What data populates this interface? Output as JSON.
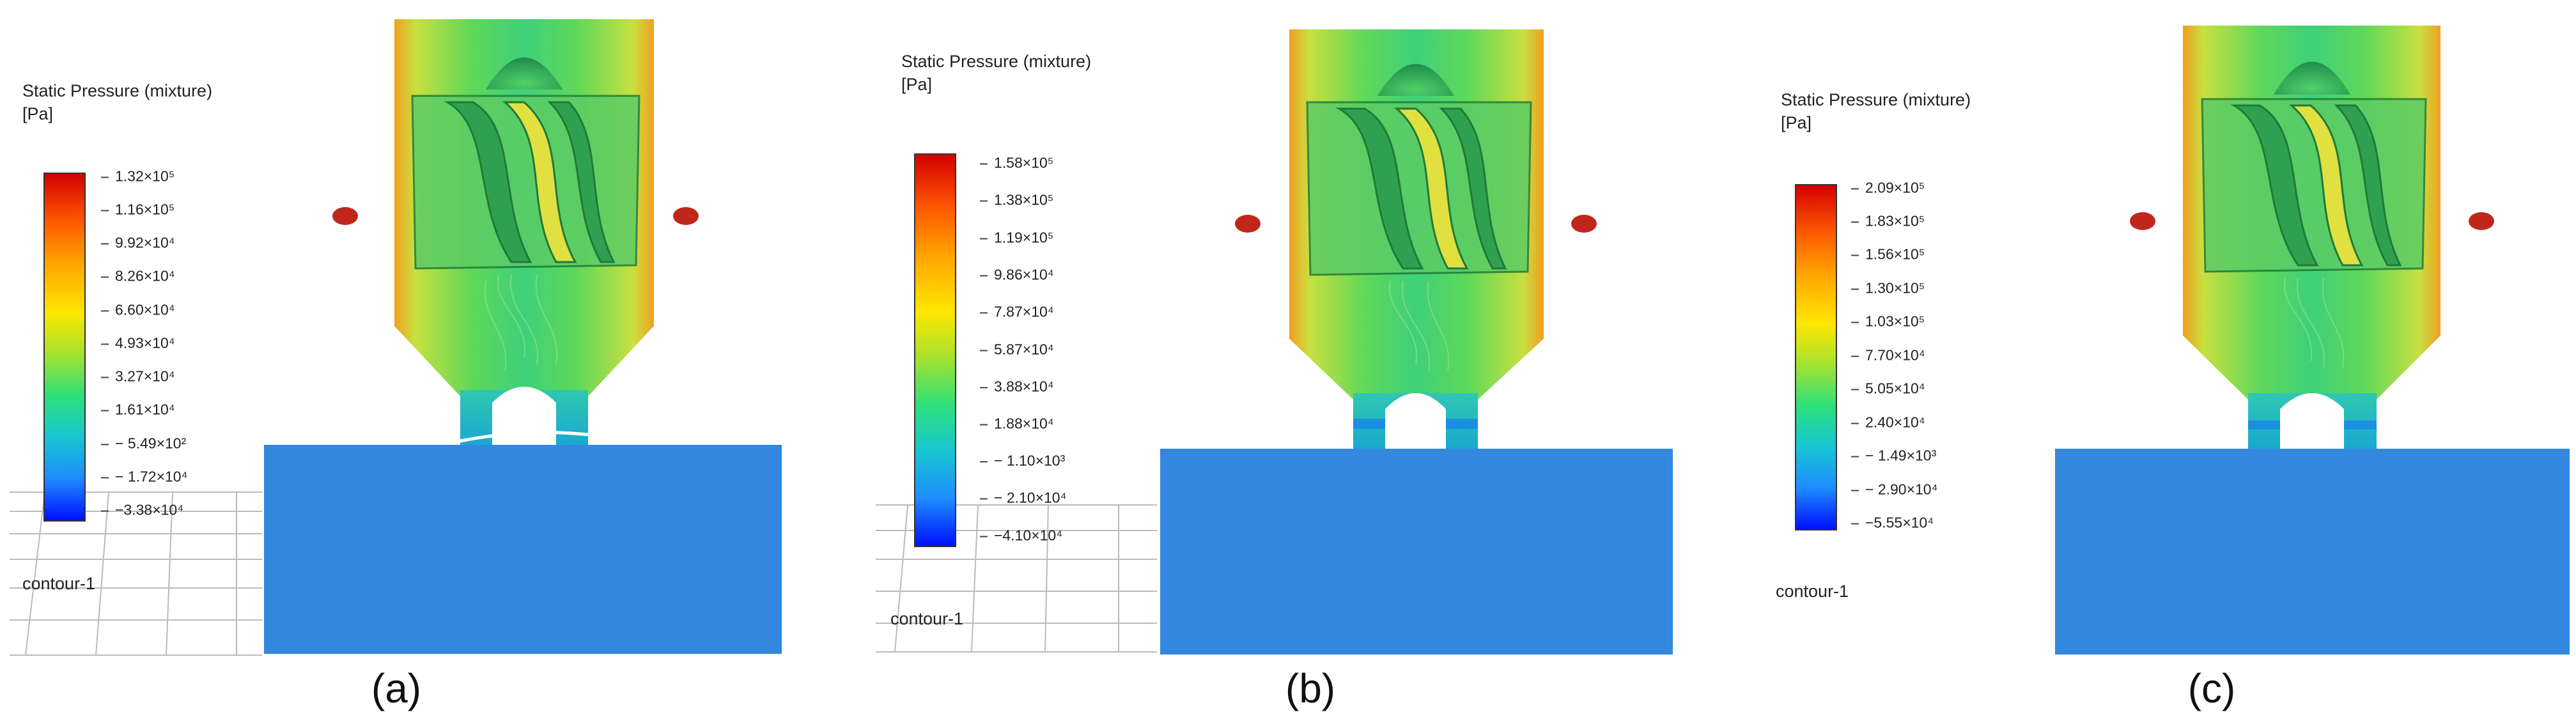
{
  "panels": [
    {
      "caption": "(a)",
      "legend_title": [
        "Static Pressure (mixture)",
        "[Pa]"
      ],
      "ticks": [
        "1.32×10⁵",
        "1.16×10⁵",
        "9.92×10⁴",
        "8.26×10⁴",
        "6.60×10⁴",
        "4.93×10⁴",
        "3.27×10⁴",
        "1.61×10⁴",
        "− 5.49×10²",
        "− 1.72×10⁴",
        "−3.38×10⁴"
      ],
      "contour": "contour-1"
    },
    {
      "caption": "(b)",
      "legend_title": [
        "Static Pressure (mixture)",
        "[Pa]"
      ],
      "ticks": [
        "1.58×10⁵",
        "1.38×10⁵",
        "1.19×10⁵",
        "9.86×10⁴",
        "7.87×10⁴",
        "5.87×10⁴",
        "3.88×10⁴",
        "1.88×10⁴",
        "− 1.10×10³",
        "− 2.10×10⁴",
        "−4.10×10⁴"
      ],
      "contour": "contour-1"
    },
    {
      "caption": "(c)",
      "legend_title": [
        "Static Pressure (mixture)",
        "[Pa]"
      ],
      "ticks": [
        "2.09×10⁵",
        "1.83×10⁵",
        "1.56×10⁵",
        "1.30×10⁵",
        "1.03×10⁵",
        "7.70×10⁴",
        "5.05×10⁴",
        "2.40×10⁴",
        "− 1.49×10³",
        "− 2.90×10⁴",
        "−5.55×10⁴"
      ],
      "contour": "contour-1"
    }
  ],
  "colors": {
    "tank": "#3388dd",
    "high": "#d40000",
    "low": "#0010ff",
    "marker": "#c0271a",
    "mid": "#2ee07a"
  }
}
